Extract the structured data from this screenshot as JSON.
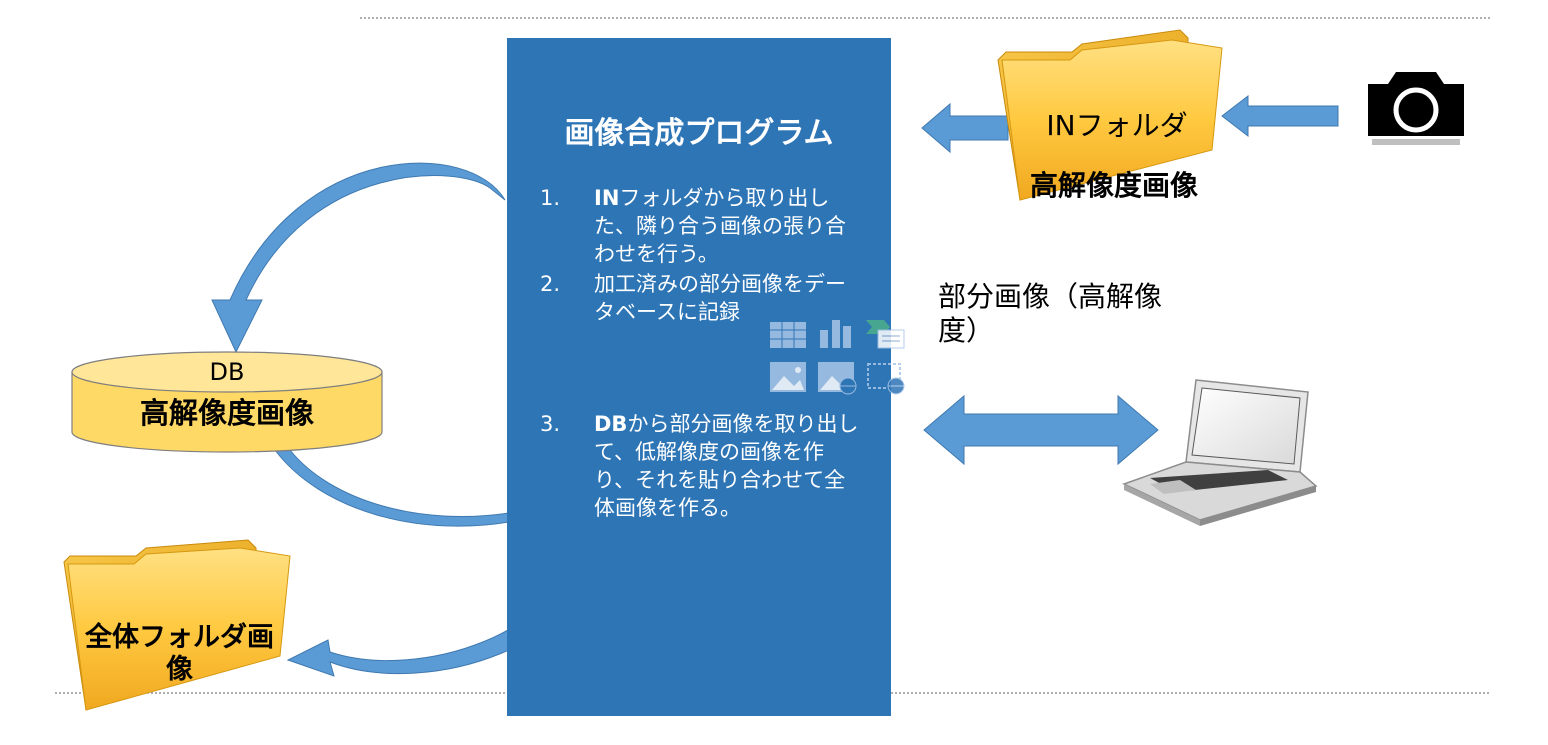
{
  "program": {
    "title": "画像合成プログラム",
    "steps": [
      {
        "num": "1.",
        "lead": "IN",
        "text": "フォルダから取り出した、隣り合う画像の張り合わせを行う。"
      },
      {
        "num": "2.",
        "lead": "",
        "text": "加工済みの部分画像をデータベースに記録"
      },
      {
        "num": "3.",
        "lead": "DB",
        "text": "から部分画像を取り出して、低解像度の画像を作り、それを貼り合わせて全体画像を作る。"
      }
    ]
  },
  "db": {
    "line1": "DB",
    "line2": "高解像度画像"
  },
  "in_folder": {
    "label": "INフォルダ",
    "sublabel": "高解像度画像"
  },
  "partial_image": {
    "label": "部分画像（高解像度）"
  },
  "whole_folder": {
    "label": "全体フォルダ画像"
  },
  "icons": [
    "camera-icon",
    "laptop-icon",
    "database-icon",
    "folder-icon",
    "content-placeholder-icons"
  ],
  "colors": {
    "program_box": "#2e75b6",
    "arrow": "#5b9bd5",
    "folder": "#ffc000",
    "db": "#ffd966"
  }
}
